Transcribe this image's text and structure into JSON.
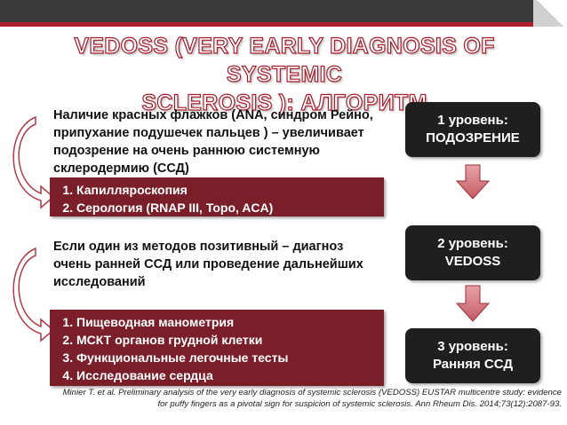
{
  "title": {
    "line1": "VEDOSS (VERY EARLY DIAGNOSIS OF SYSTEMIC",
    "line2": "SCLEROSIS ): АЛГОРИТМ"
  },
  "text_blocks": {
    "first": "Наличие красных флажков (ANA, синдром Рейно,  припухание подушечек пальцев ) – увеличивает подозрение на очень раннюю системную склеродермию (ССД)",
    "second": "Если один из методов позитивный – диагноз очень ранней ССД или проведение дальнейших исследований"
  },
  "red_boxes": {
    "first": [
      "Капилляроскопия",
      "Серология (RNAP III, Topo, ACA)"
    ],
    "second": [
      "Пищеводная манометрия",
      "МСКТ органов грудной клетки",
      "Функциональные легочные тесты",
      "Исследование сердца"
    ]
  },
  "levels": [
    {
      "line1": "1 уровень:",
      "line2": "ПОДОЗРЕНИЕ"
    },
    {
      "line1": "2  уровень:",
      "line2": "VEDOSS"
    },
    {
      "line1": "3  уровень:",
      "line2": "Ранняя ССД"
    }
  ],
  "citation": {
    "line1": "Minier T. et al. Preliminary analysis of the very early diagnosis of systemic sclerosis (VEDOSS) EUSTAR multicentre study: evidence",
    "line2": "for puffy fingers as a pivotal sign for suspicion of systemic sclerosis. Ann Rheum Dis. 2014;73(12):2087-93."
  },
  "colors": {
    "title_outline": "#a61d2b",
    "red_box": "#7a1f29",
    "dark_box": "#1f1f1f",
    "arrow_fill": "#c45b63"
  }
}
